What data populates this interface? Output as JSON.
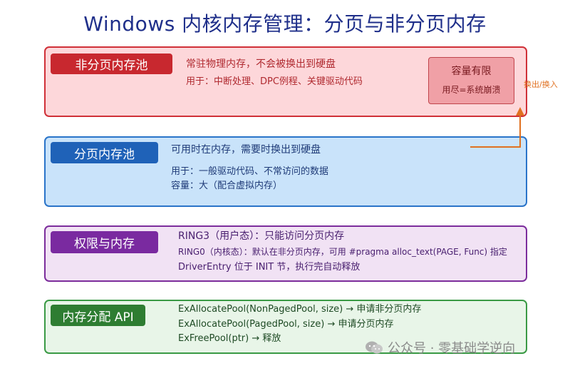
{
  "title": "Windows 内核内存管理：分页与非分页内存",
  "nonpaged": {
    "tag": "非分页内存池",
    "line1": "常驻物理内存，不会被换出到硬盘",
    "line2": "用于：中断处理、DPC例程、关键驱动代码",
    "capacity_title": "容量有限",
    "capacity_note": "用尽=系统崩溃"
  },
  "swap_label": "换出/换入",
  "paged": {
    "tag": "分页内存池",
    "line1": "可用时在内存，需要时换出到硬盘",
    "line2": "用于：一般驱动代码、不常访问的数据",
    "line3": "容量：大（配合虚拟内存）"
  },
  "privilege": {
    "tag": "权限与内存",
    "line1": "RING3（用户态）：只能访问分页内存",
    "line2": "RING0（内核态）：默认在非分页内存，可用 #pragma alloc_text(PAGE, Func) 指定",
    "line3": "DriverEntry 位于 INIT 节，执行完自动释放"
  },
  "api": {
    "tag": "内存分配 API",
    "line1": "ExAllocatePool(NonPagedPool, size) → 申请非分页内存",
    "line2": "ExAllocatePool(PagedPool, size) → 申请分页内存",
    "line3": "ExFreePool(ptr) → 释放"
  },
  "watermark": "公众号 · 零基础学逆向",
  "colors": {
    "nonpaged": "#d03038",
    "paged": "#2a74c9",
    "privilege": "#7c2d9c",
    "api": "#3a9a45",
    "arrow": "#e07020"
  }
}
